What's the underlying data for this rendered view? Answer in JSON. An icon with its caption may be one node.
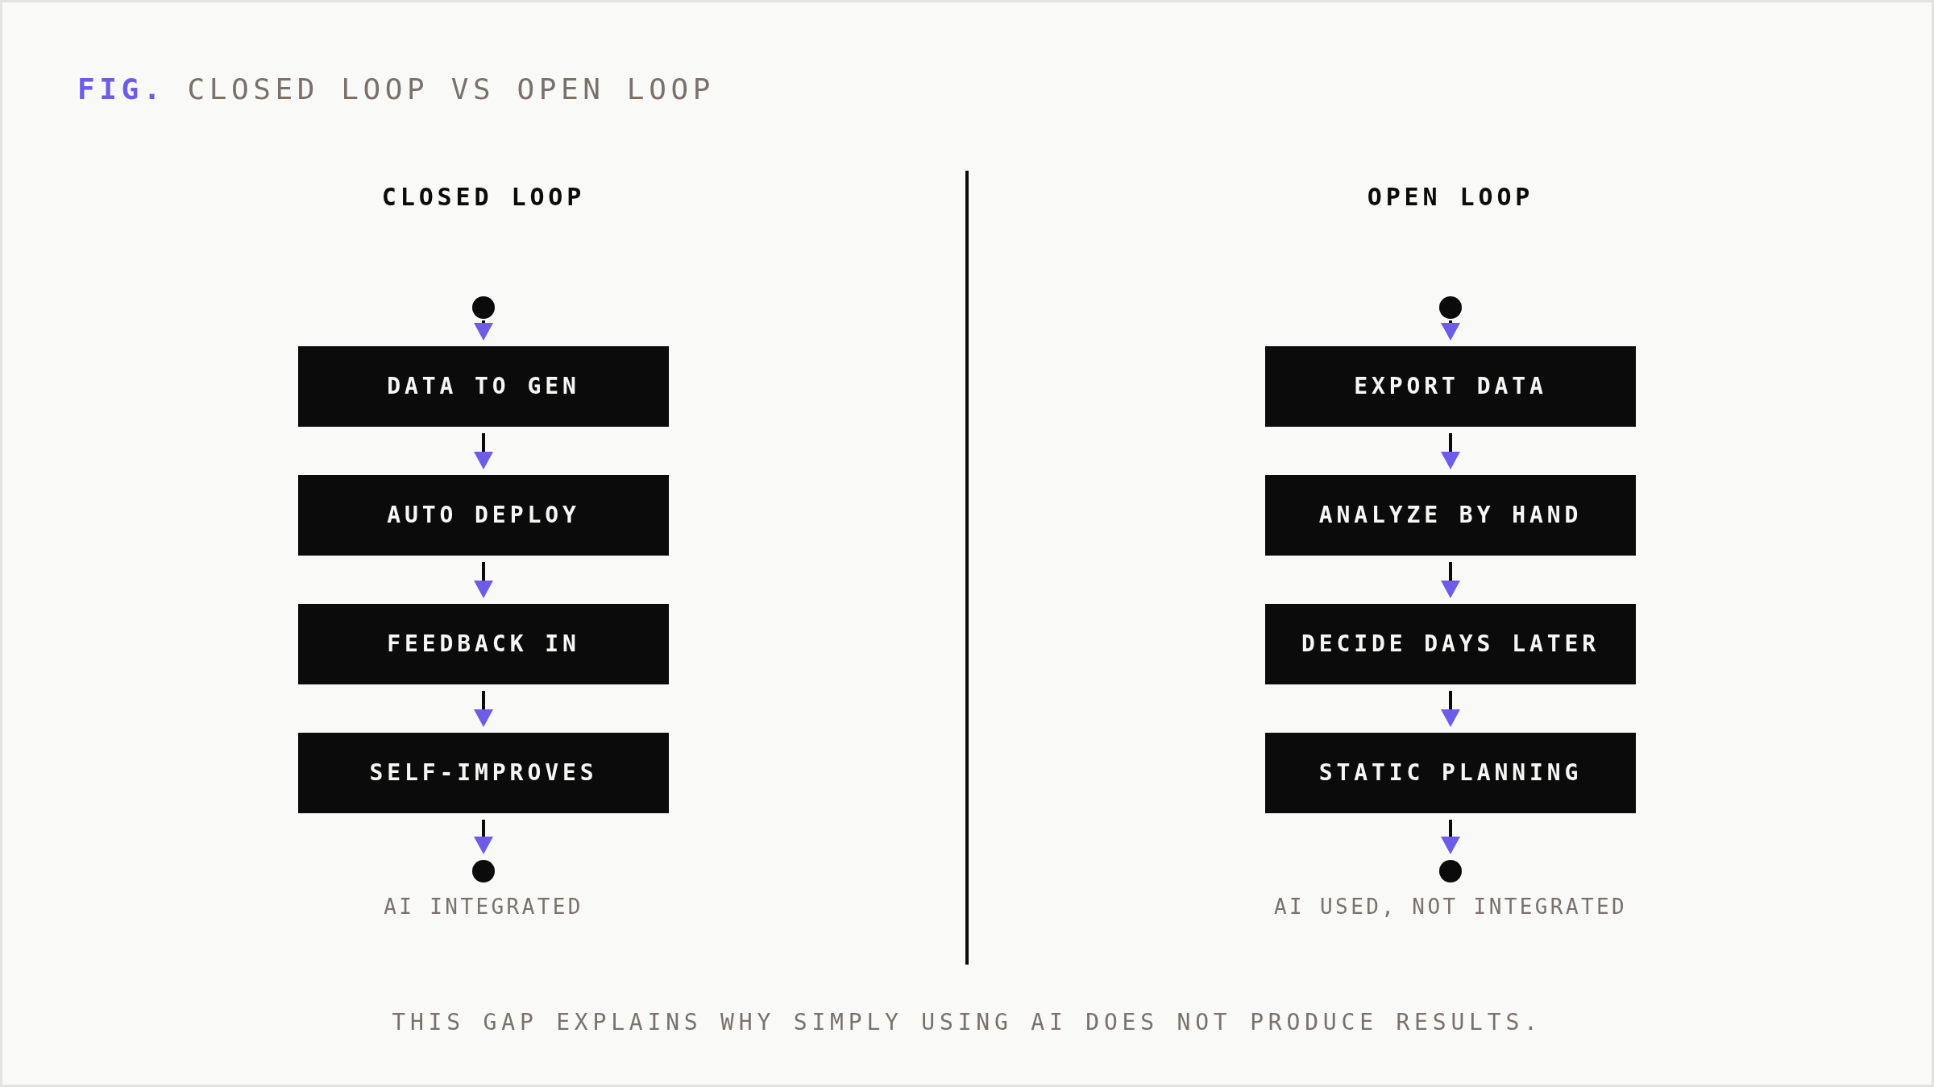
{
  "diagram": {
    "title": "**FIG.** CLOSED LOOP VS OPEN LOOP",
    "caption": "THIS GAP EXPLAINS WHY SIMPLY USING AI DOES NOT PRODUCE RESULTS.",
    "nodes": [
      {
        "text": [],
        "shape": "circle"
      },
      {
        "text": [
          "DATA TO GEN"
        ]
      },
      {
        "text": [
          "AUTO DEPLOY"
        ]
      },
      {
        "text": [
          "FEEDBACK IN"
        ]
      },
      {
        "text": [
          "SELF-IMPROVES"
        ]
      },
      {
        "text": [],
        "shape": "circle",
        "beside": [
          "AI INTEGRATED"
        ]
      },
      {
        "text": [],
        "shape": "circle"
      },
      {
        "text": [
          "EXPORT DATA"
        ]
      },
      {
        "text": [
          "ANALYZE BY HAND"
        ]
      },
      {
        "text": [
          "DECIDE DAYS LATER"
        ]
      },
      {
        "text": [
          "STATIC PLANNING"
        ]
      },
      {
        "text": [],
        "shape": "circle",
        "beside": [
          "AI USED, NOT INTEGRATED"
        ]
      }
    ],
    "edges": [
      {
        "from": 0,
        "to": 1,
        "arrow": "to"
      },
      {
        "from": 1,
        "to": 2,
        "arrow": "to"
      },
      {
        "from": 2,
        "to": 3,
        "arrow": "to"
      },
      {
        "from": 3,
        "to": 4,
        "arrow": "to"
      },
      {
        "from": 4,
        "to": 5,
        "arrow": "to"
      },
      {
        "from": 6,
        "to": 7,
        "arrow": "to"
      },
      {
        "from": 7,
        "to": 8,
        "arrow": "to"
      },
      {
        "from": 8,
        "to": 9,
        "arrow": "to"
      },
      {
        "from": 9,
        "to": 10,
        "arrow": "to"
      },
      {
        "from": 10,
        "to": 11,
        "arrow": "to"
      }
    ],
    "labels": [
      "CLOSED LOOP",
      "OPEN LOOP"
    ]
  }
}
